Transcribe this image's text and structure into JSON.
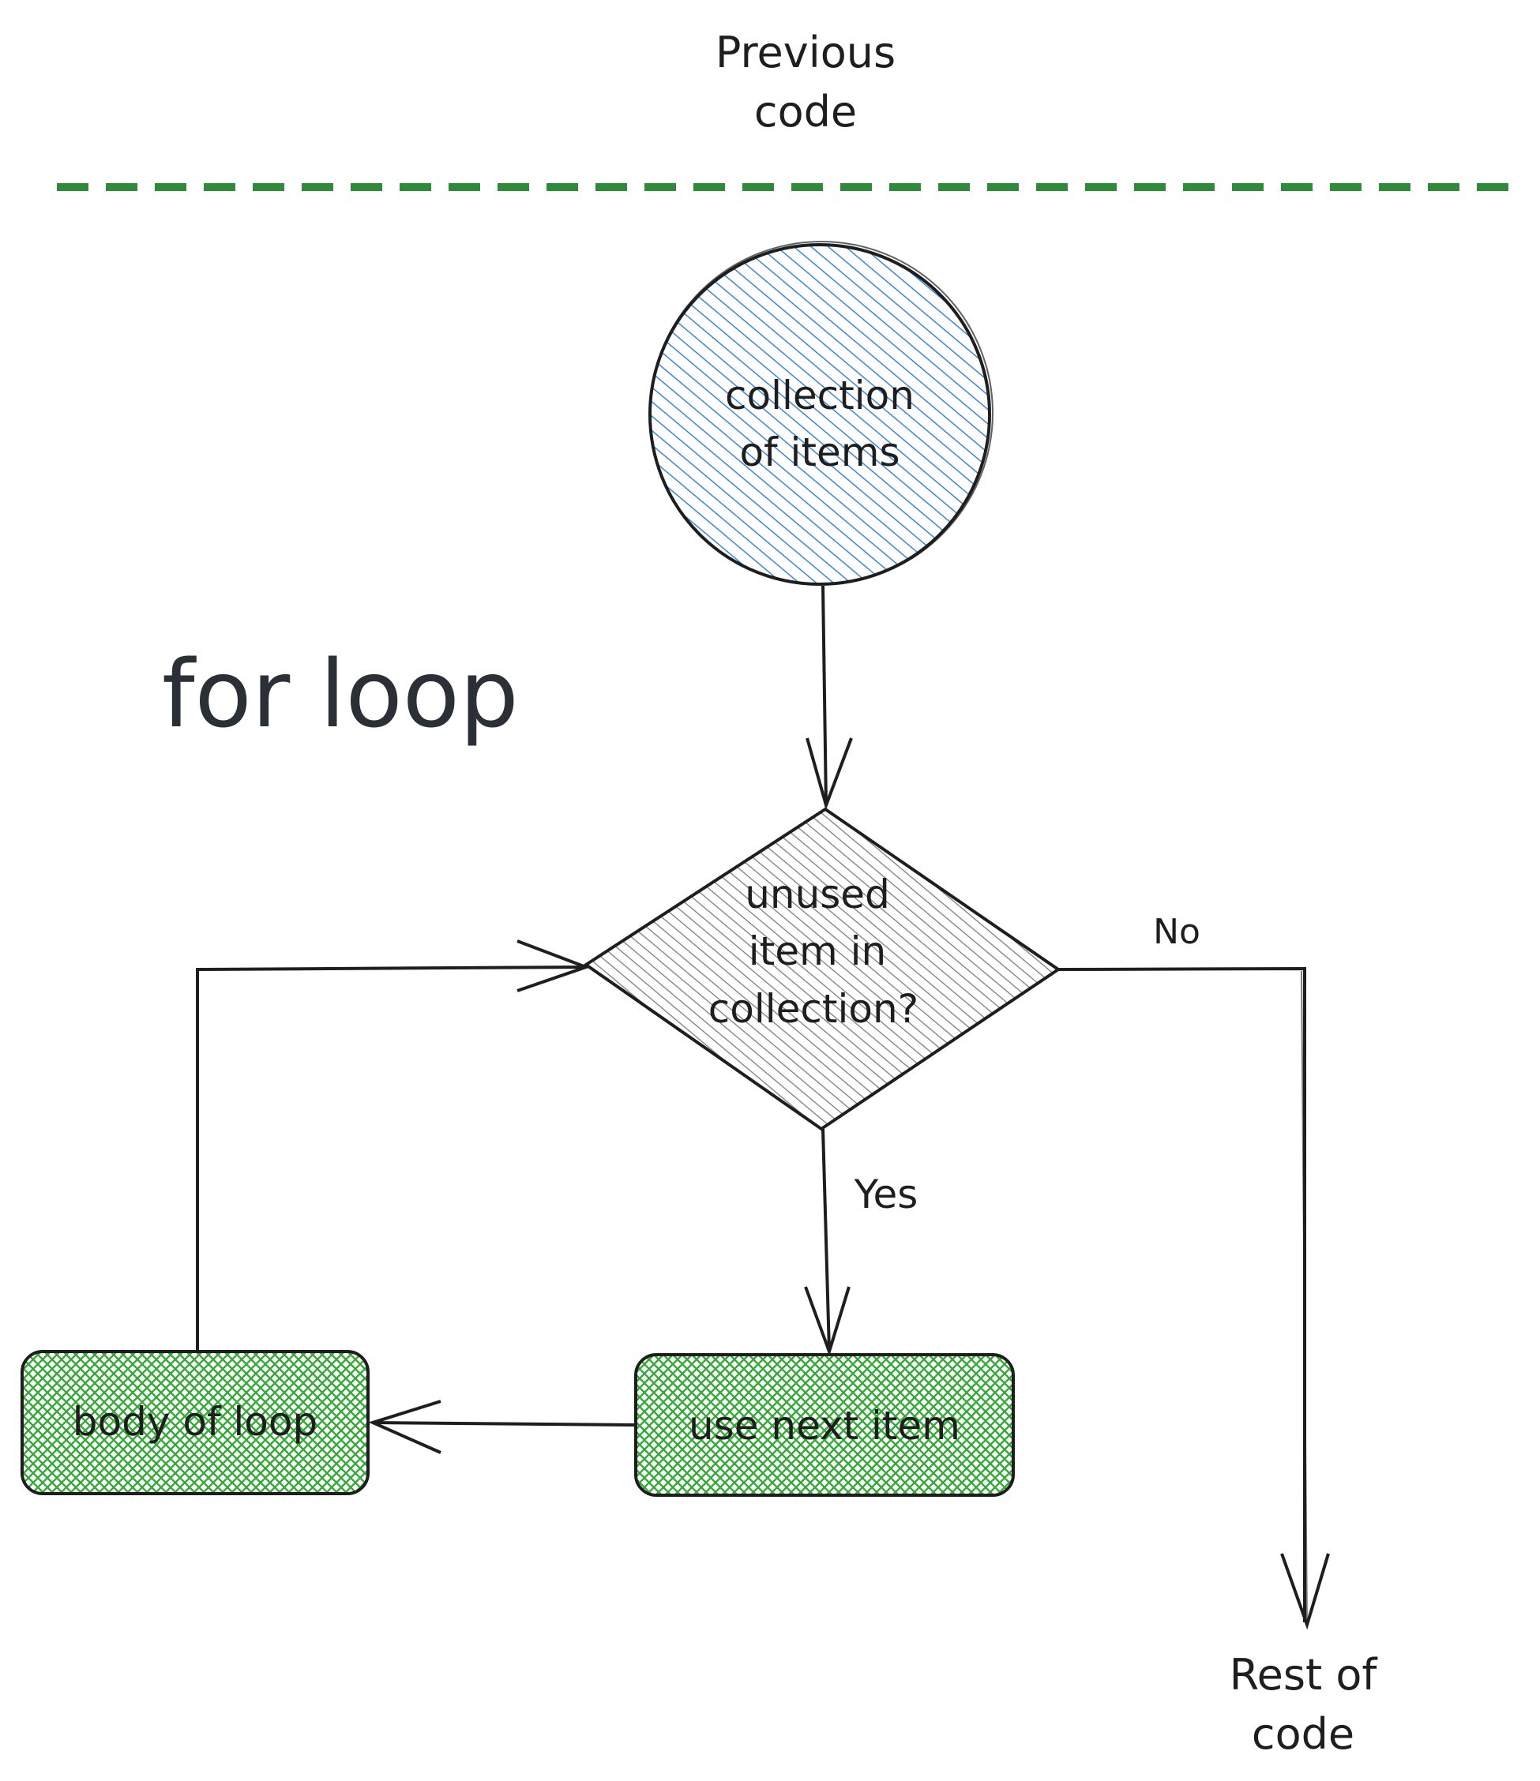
{
  "previous_code": [
    "Previous",
    "code"
  ],
  "title": "for loop",
  "collection": [
    "collection",
    "of items"
  ],
  "decision": [
    "unused",
    "item in",
    "collection?"
  ],
  "no_label": "No",
  "yes_label": "Yes",
  "use_next": "use next item",
  "body": "body of loop",
  "rest": [
    "Rest of",
    "code"
  ],
  "colors": {
    "divider": "#2f8a3a",
    "collection_fill": "#4a90d9",
    "decision_fill": "#8a8a8a",
    "box_fill": "#40b040",
    "stroke": "#1e1e1e"
  }
}
